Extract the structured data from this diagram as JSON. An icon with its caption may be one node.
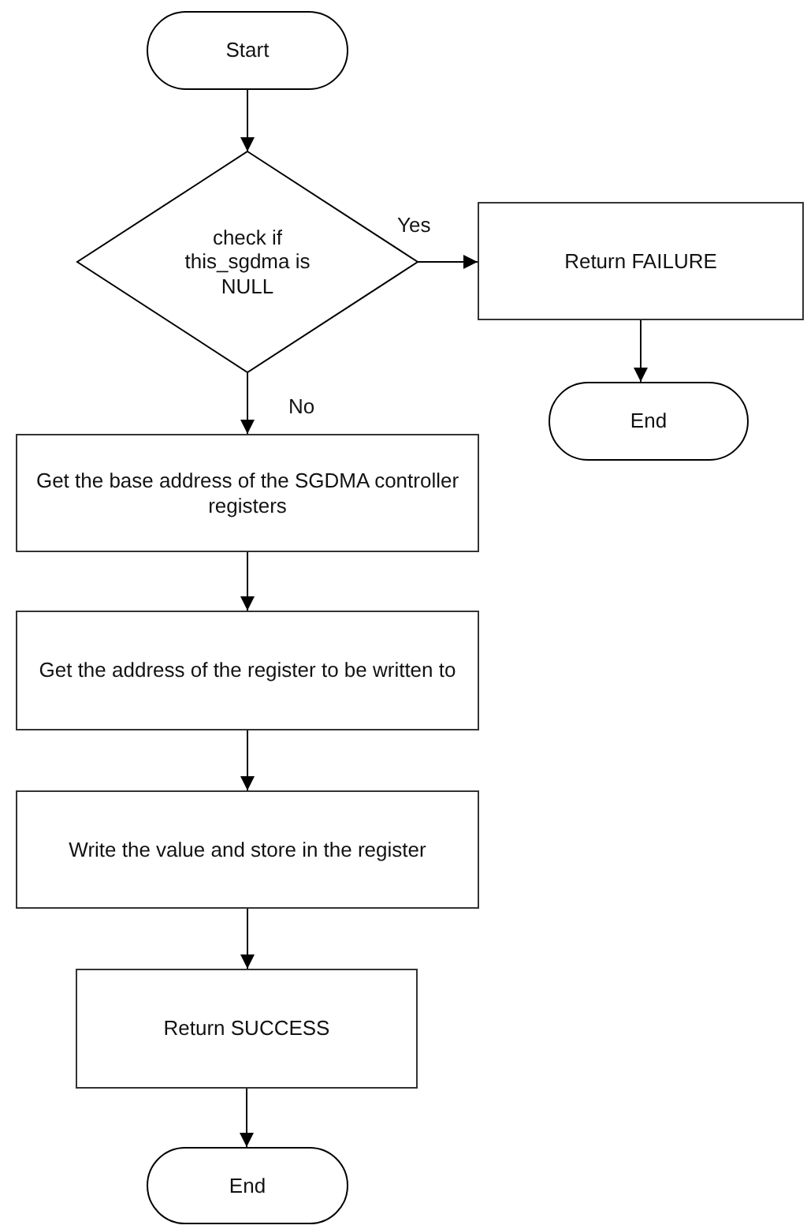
{
  "diagram": {
    "nodes": [
      {
        "text": [
          "Start"
        ]
      },
      {
        "text": [
          "check if this_sgdma is NULL"
        ]
      },
      {
        "text": [
          "Return FAILURE"
        ]
      },
      {
        "text": [
          "End"
        ]
      },
      {
        "text": [
          "Get the base address of the SGDMA controller registers"
        ]
      },
      {
        "text": [
          "Get the address of the register to be written to"
        ]
      },
      {
        "text": [
          "Write the value and store in the register"
        ]
      },
      {
        "text": [
          "Return SUCCESS"
        ]
      },
      {
        "text": [
          "End"
        ]
      }
    ],
    "edges": [
      {
        "from": 0,
        "to": 1,
        "arrow": "to"
      },
      {
        "from": 1,
        "to": 2,
        "arrow": "to",
        "label": "Yes"
      },
      {
        "from": 1,
        "to": 4,
        "arrow": "to",
        "label": "No"
      },
      {
        "from": 2,
        "to": 3,
        "arrow": "to"
      },
      {
        "from": 4,
        "to": 5,
        "arrow": "to"
      },
      {
        "from": 5,
        "to": 6,
        "arrow": "to"
      },
      {
        "from": 6,
        "to": 7,
        "arrow": "to"
      },
      {
        "from": 7,
        "to": 8,
        "arrow": "to"
      }
    ]
  }
}
